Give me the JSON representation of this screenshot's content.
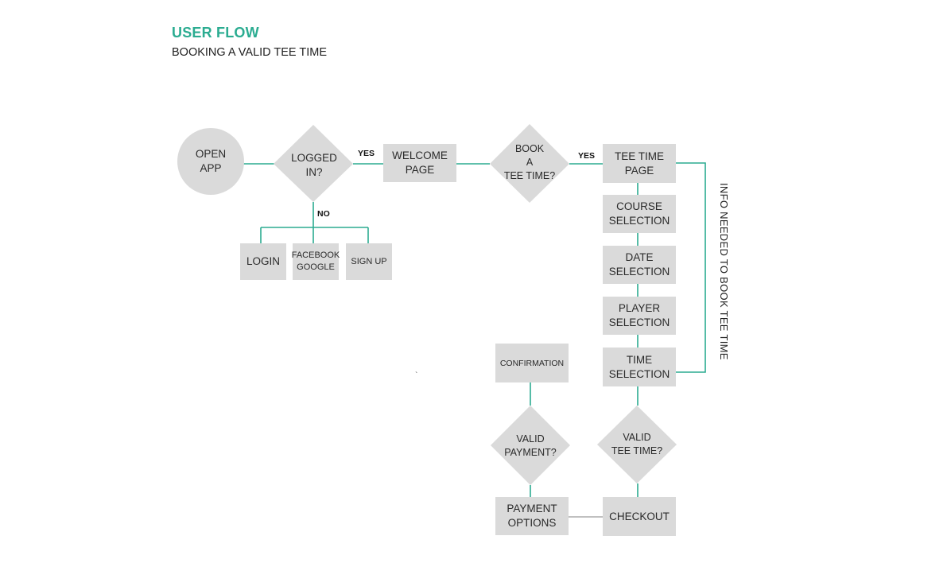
{
  "header": {
    "title": "USER FLOW",
    "subtitle": "BOOKING A VALID TEE TIME"
  },
  "nodes": {
    "open_app": "OPEN\nAPP",
    "logged_in": "LOGGED\nIN?",
    "welcome_page": "WELCOME\nPAGE",
    "book_tee_time": "BOOK\nA\nTEE TIME?",
    "tee_time_page": "TEE TIME\nPAGE",
    "course_selection": "COURSE\nSELECTION",
    "date_selection": "DATE\nSELECTION",
    "player_selection": "PLAYER\nSELECTION",
    "time_selection": "TIME\nSELECTION",
    "valid_tee_time": "VALID\nTEE TIME?",
    "checkout": "CHECKOUT",
    "payment_options": "PAYMENT\nOPTIONS",
    "valid_payment": "VALID\nPAYMENT?",
    "confirmation": "CONFIRMATION",
    "login": "LOGIN",
    "facebook_google": "FACEBOOK\nGOOGLE",
    "sign_up": "SIGN UP"
  },
  "edge_labels": {
    "yes_logged": "YES",
    "yes_book": "YES",
    "no_logged": "NO"
  },
  "side_label": "INFO NEEDED TO BOOK TEE TIME",
  "stray_mark": "`",
  "colors": {
    "accent": "#2bac91",
    "node_fill": "#dadada",
    "connector_gray": "#9a9a9a"
  }
}
